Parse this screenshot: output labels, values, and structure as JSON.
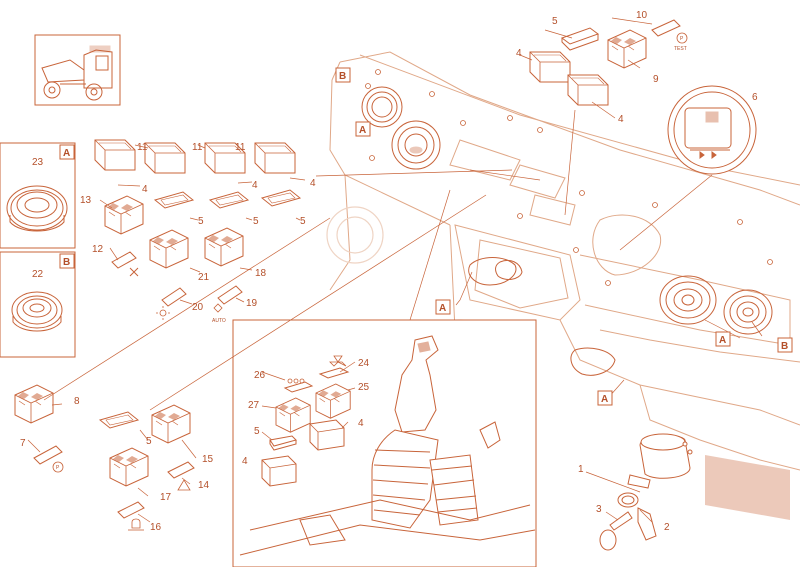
{
  "accent_color": "#c8643a",
  "callout_labels": {
    "n1": "1",
    "n2": "2",
    "n3": "3",
    "n4": "4",
    "n5": "5",
    "n6": "6",
    "n7": "7",
    "n8": "8",
    "n9": "9",
    "n10": "10",
    "n11": "11",
    "n12": "12",
    "n13": "13",
    "n14": "14",
    "n15": "15",
    "n16": "16",
    "n17": "17",
    "n18": "18",
    "n19": "19",
    "n20": "20",
    "n21": "21",
    "n22": "22",
    "n23": "23",
    "n24": "24",
    "n25": "25",
    "n26": "26",
    "n27": "27"
  },
  "section_labels": {
    "a": "A",
    "b": "B"
  },
  "icon_text": {
    "parking": "P",
    "test": "TEST",
    "auto": "AUTO"
  },
  "icons": [
    "dumper-vehicle-icon",
    "parking-brake-icon",
    "hazard-triangle-icon",
    "beacon-light-icon",
    "sun-icon",
    "auto-mode-icon",
    "fan-icon",
    "crossed-arrows-icon"
  ]
}
